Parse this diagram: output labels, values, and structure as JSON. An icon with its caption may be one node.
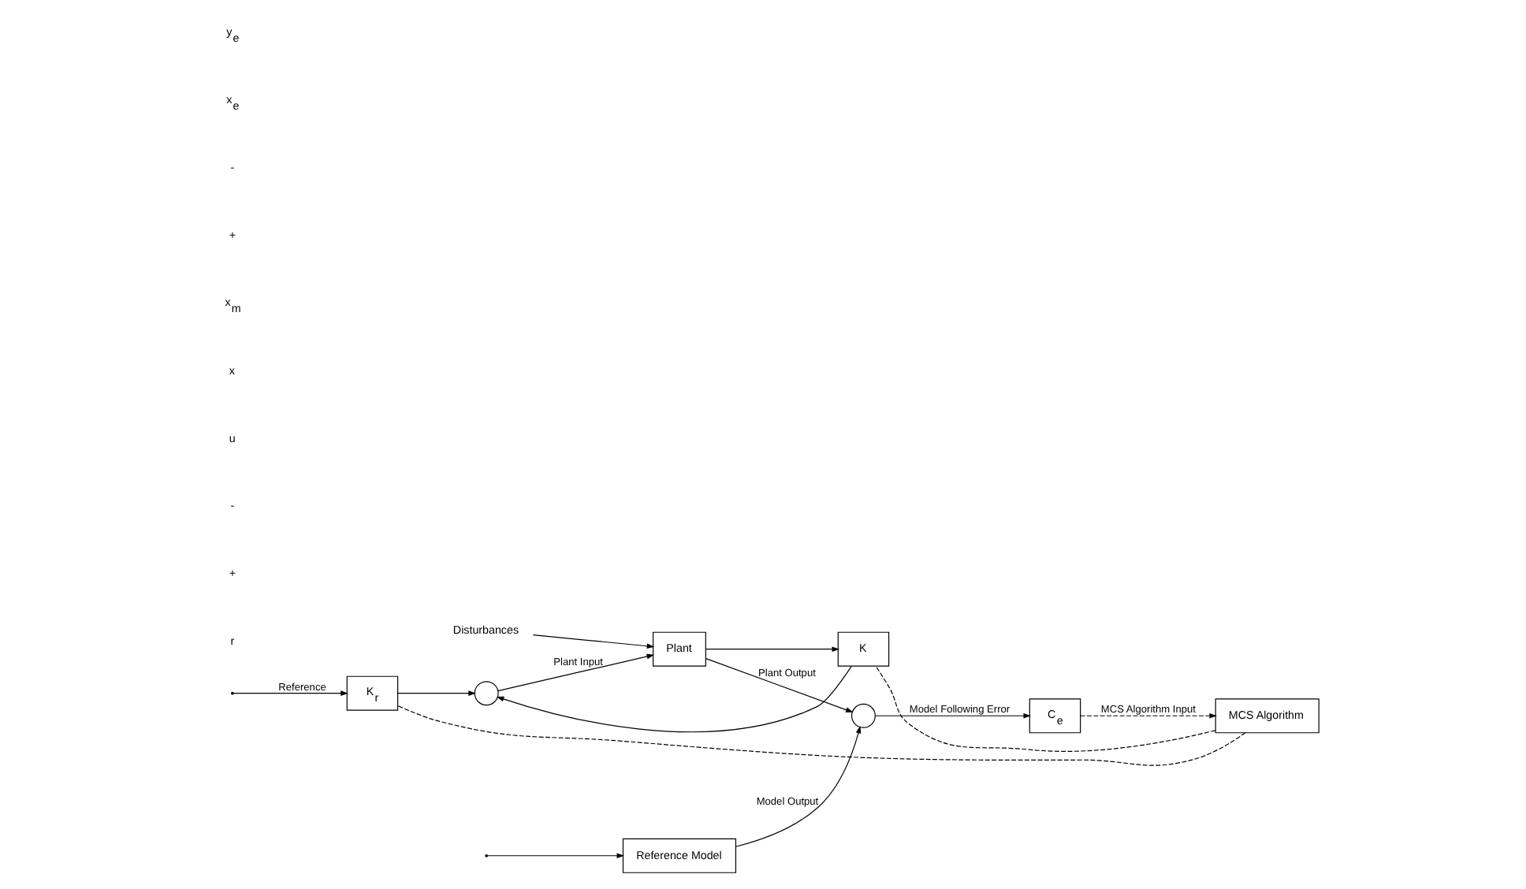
{
  "diagram": {
    "nodes": [
      {
        "text": [
          "Reference Model"
        ]
      },
      {
        "text": [],
        "shape": "circle"
      },
      {
        "text": [
          "Disturbances"
        ]
      },
      {
        "text": [
          "K$_{r}$"
        ]
      },
      {
        "text": [],
        "shape": "circle"
      },
      {
        "text": [
          "Plant"
        ]
      },
      {
        "text": [
          "C$_{e}$"
        ]
      },
      {
        "text": [
          "K"
        ]
      },
      {
        "text": [
          "MCS Algorithm"
        ]
      }
    ],
    "edges": [
      {
        "from": null,
        "to": 3,
        "arrow": "to",
        "label": "Reference"
      },
      {
        "from": null,
        "to": 0,
        "arrow": "to"
      },
      {
        "from": 3,
        "to": 4,
        "arrow": "to"
      },
      {
        "from": 4,
        "to": 5,
        "arrow": "to",
        "label": "Plant Input"
      },
      {
        "from": 2,
        "to": 5,
        "arrow": "to"
      },
      {
        "from": 5,
        "to": 1,
        "arrow": "to",
        "label": "Plant Output"
      },
      {
        "from": 5,
        "to": 7,
        "arrow": "to"
      },
      {
        "from": 7,
        "to": 4,
        "arrow": "to"
      },
      {
        "from": 0,
        "to": 1,
        "arrow": "to",
        "label": "Model Output"
      },
      {
        "from": 1,
        "to": 6,
        "arrow": "to",
        "label": "Model Following Error"
      },
      {
        "from": 6,
        "to": 8,
        "arrow": "to",
        "style": "dashed",
        "label": "MCS Algorithm Input"
      },
      {
        "from": 8,
        "to": 7,
        "arrow": "none",
        "style": "dashed"
      },
      {
        "from": 8,
        "to": 3,
        "arrow": "none",
        "style": "dashed"
      }
    ],
    "labels": [
      "r",
      "+",
      "-",
      "u",
      "x",
      "x$_{m}$",
      "+",
      "-",
      "x$_{e}$",
      "y$_{e}$"
    ]
  }
}
